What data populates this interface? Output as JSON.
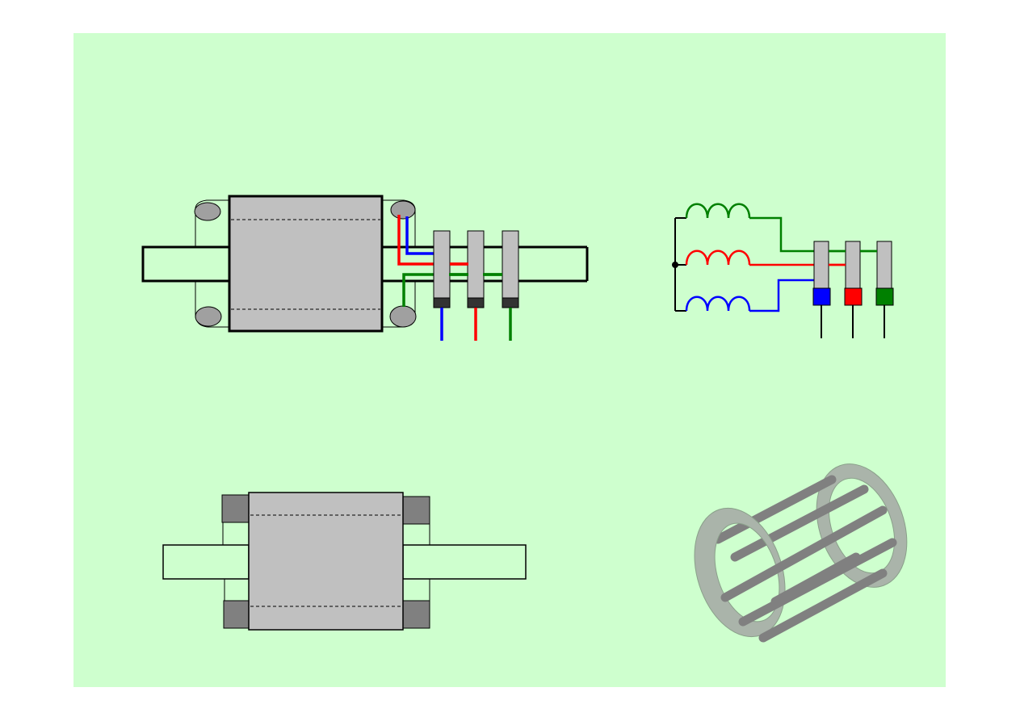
{
  "slide": {
    "background": "#ceffce",
    "page_background": "#ffffff"
  },
  "colors": {
    "phase_a": "#0000ff",
    "phase_b": "#ff0000",
    "phase_c": "#008000",
    "body_gray": "#c0c0c0",
    "dark_gray": "#808080",
    "brush_black": "#333333",
    "cage_fill": "#aab4aa",
    "cage_bar": "#808080",
    "outline": "#000000"
  },
  "diagrams": [
    {
      "id": "wound-rotor-slip-rings",
      "icon": "motor-with-slip-rings-icon"
    },
    {
      "id": "star-connected-rotor-windings",
      "icon": "three-phase-star-winding-icon"
    },
    {
      "id": "squirrel-cage-rotor-side-view",
      "icon": "rotor-side-view-icon"
    },
    {
      "id": "squirrel-cage",
      "icon": "squirrel-cage-icon"
    }
  ]
}
